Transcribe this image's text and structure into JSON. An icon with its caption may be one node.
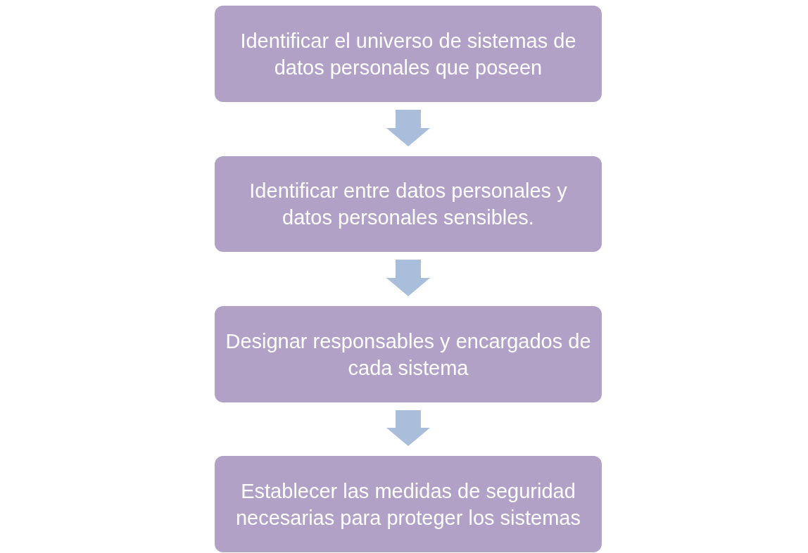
{
  "diagram": {
    "nodes": [
      {
        "text": [
          "Identificar el universo de sistemas de datos personales que poseen"
        ]
      },
      {
        "text": [
          "Identificar entre datos personales y datos personales sensibles."
        ]
      },
      {
        "text": [
          "Designar responsables y encargados de cada sistema"
        ]
      },
      {
        "text": [
          "Establecer las medidas de seguridad necesarias para proteger los sistemas"
        ]
      }
    ],
    "edges": [
      {
        "from": 0,
        "to": 1,
        "arrow": "to"
      },
      {
        "from": 1,
        "to": 2,
        "arrow": "to"
      },
      {
        "from": 2,
        "to": 3,
        "arrow": "to"
      }
    ]
  }
}
